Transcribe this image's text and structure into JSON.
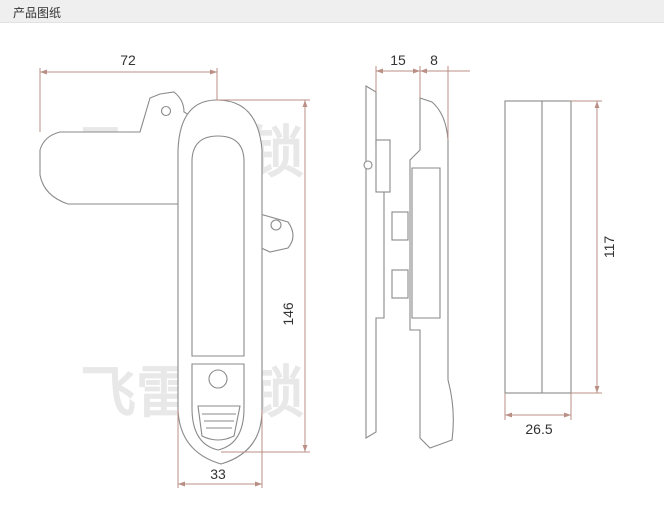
{
  "header": {
    "title": "产品图纸"
  },
  "watermark": {
    "text": "飞雷柜锁"
  },
  "dimensions": {
    "front_width": "72",
    "side_base": "15",
    "side_cover": "8",
    "front_height": "146",
    "end_height": "117",
    "handle_width": "33",
    "end_width": "26.5"
  },
  "colors": {
    "line": "#8a8a8a",
    "dimension": "#b98f86",
    "text": "#333333",
    "watermark": "#e8e8e8",
    "header_bg": "#efefef"
  }
}
